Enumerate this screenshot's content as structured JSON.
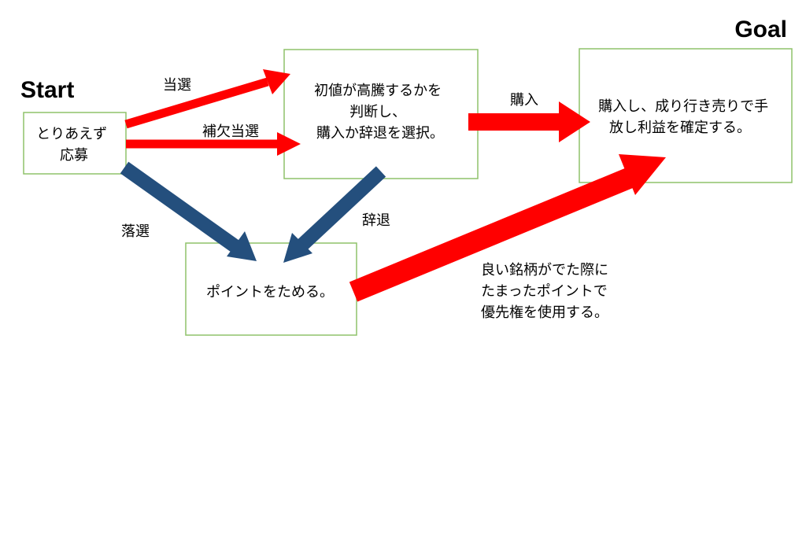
{
  "labels": {
    "start": "Start",
    "goal": "Goal"
  },
  "boxes": {
    "apply": {
      "lines": [
        "とりあえず",
        "応募"
      ]
    },
    "decide": {
      "lines": [
        "初値が高騰するかを",
        "判断し、",
        "購入か辞退を選択。"
      ]
    },
    "sell": {
      "lines": [
        "購入し、成り行き売りで手",
        "放し利益を確定する。"
      ]
    },
    "points": {
      "lines": [
        "ポイントをためる。"
      ]
    }
  },
  "arrows": {
    "won": "当選",
    "backup_won": "補欠当選",
    "buy": "購入",
    "lost": "落選",
    "decline": "辞退"
  },
  "note": {
    "lines": [
      "良い銘柄がでた際に",
      "たまったポイントで",
      "優先権を使用する。"
    ]
  },
  "colors": {
    "red_arrow": "#ff0000",
    "blue_arrow": "#244f7d",
    "box_border": "#8fc26a"
  }
}
